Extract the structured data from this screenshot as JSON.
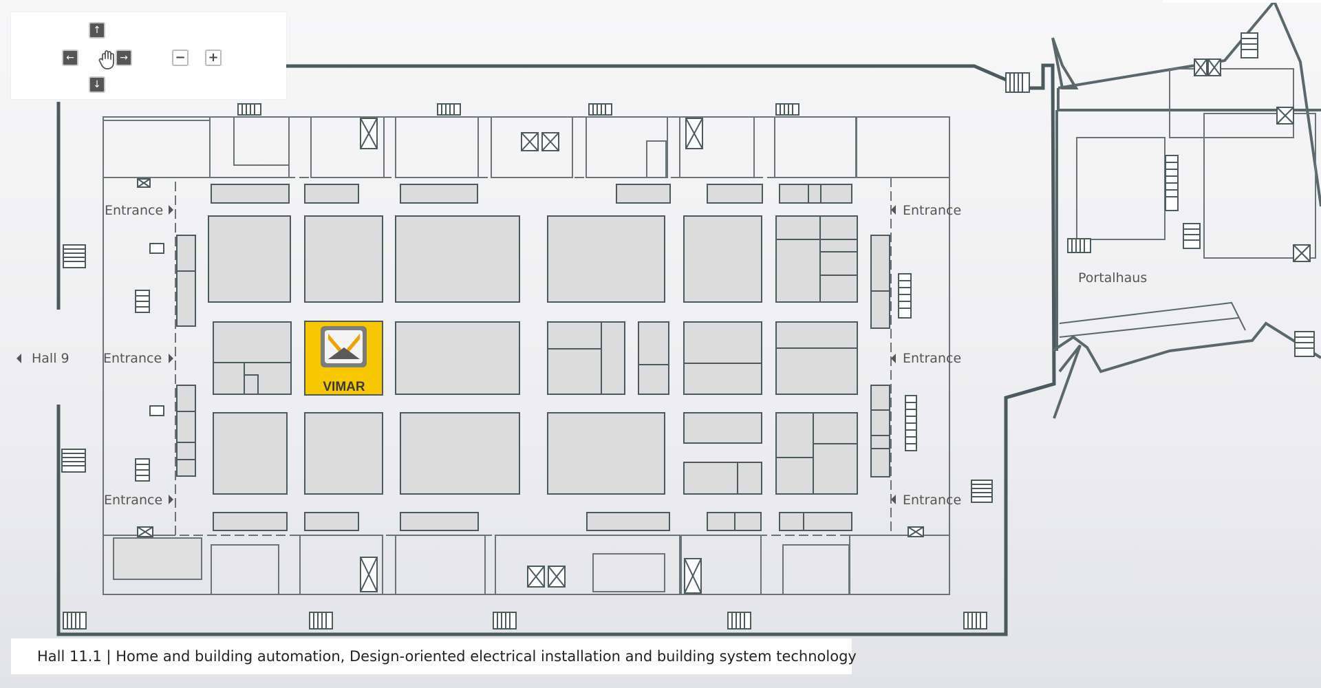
{
  "controls": {
    "pan_up": "↑",
    "pan_down": "↓",
    "pan_left": "←",
    "pan_right": "→",
    "zoom_out": "−",
    "zoom_in": "+"
  },
  "map": {
    "hall9_label": "Hall 9",
    "entrance_left_1": "Entrance",
    "entrance_left_2": "Entrance",
    "entrance_left_3": "Entrance",
    "entrance_right_1": "Entrance",
    "entrance_right_2": "Entrance",
    "entrance_right_3": "Entrance",
    "portalhaus_label": "Portalhaus",
    "exhibitor_logo_text": "VIMAR",
    "highlight_color": "#f7c800",
    "wall_color": "#4a5a5e",
    "booth_color": "#dcdcdc"
  },
  "caption": "Hall 11.1 | Home and building automation, Design-oriented electrical installation and building system technology"
}
